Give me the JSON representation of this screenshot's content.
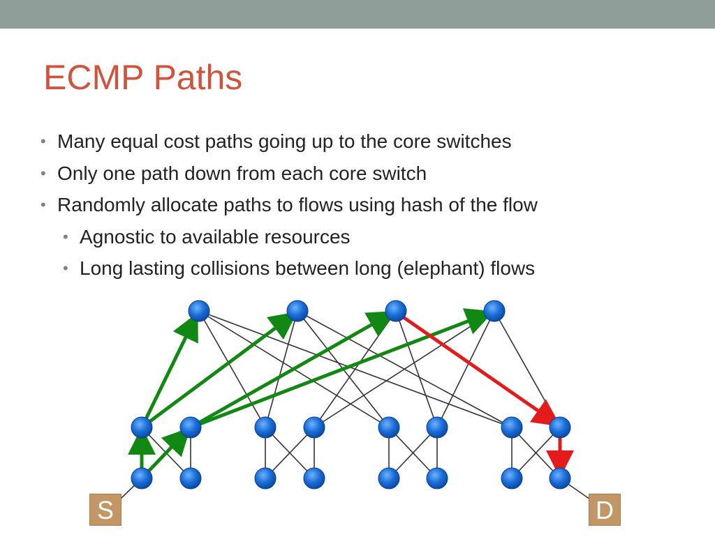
{
  "slide": {
    "title": "ECMP Paths",
    "bullets": [
      {
        "level": 1,
        "text": "Many equal cost paths going up to the core switches"
      },
      {
        "level": 1,
        "text": "Only one path down from each core switch"
      },
      {
        "level": 1,
        "text": "Randomly allocate paths to flows using hash of the flow"
      },
      {
        "level": 2,
        "text": "Agnostic to available resources"
      },
      {
        "level": 2,
        "text": "Long lasting collisions between long (elephant) flows"
      }
    ],
    "bullet_glyph": "•"
  },
  "diagram": {
    "source_label": "S",
    "destination_label": "D",
    "colors": {
      "node": "#1a6fd8",
      "link": "#333333",
      "up_path": "#118811",
      "down_path": "#e41b1b",
      "topbar": "#8f9e99",
      "title": "#cf543e",
      "host_box": "#c29665"
    }
  }
}
